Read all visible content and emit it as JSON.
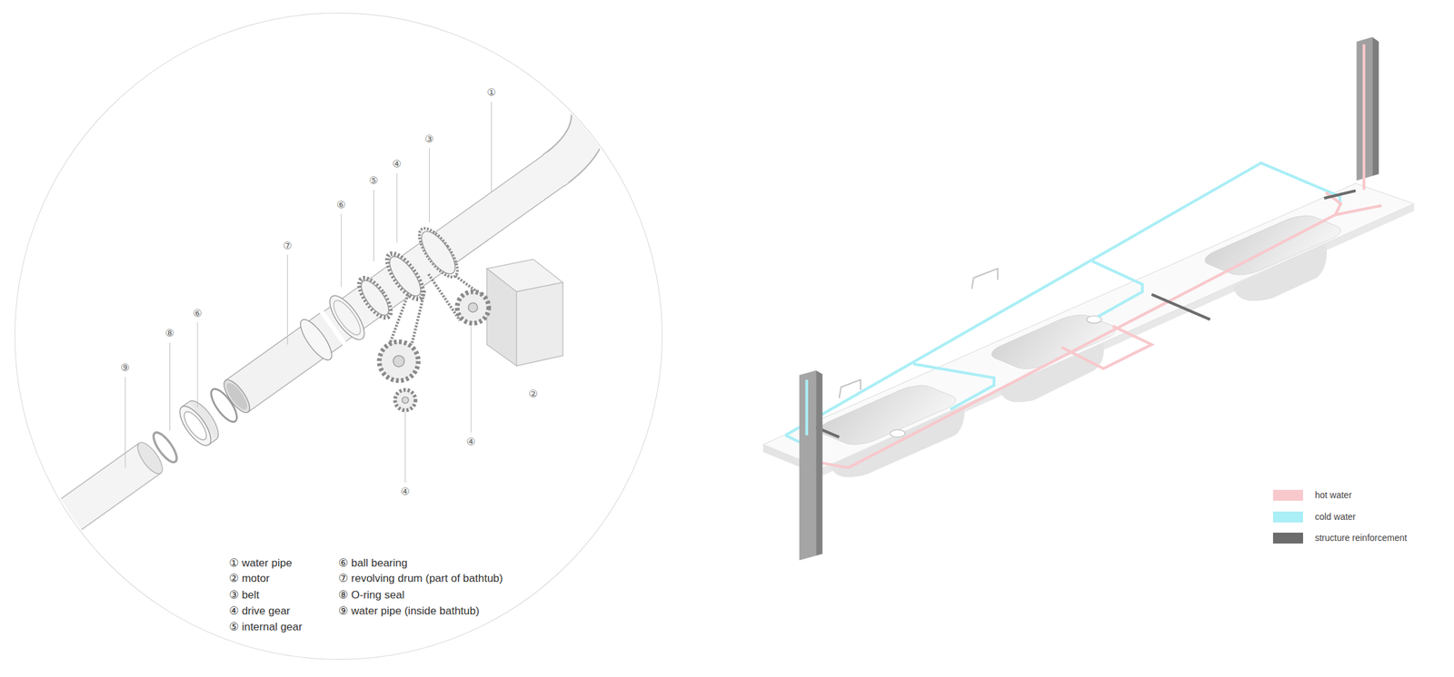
{
  "diagram": {
    "labels": [
      "①",
      "③",
      "④",
      "⑤",
      "⑥",
      "⑦",
      "⑥",
      "⑧",
      "⑨",
      "②",
      "④",
      "④",
      "① water pipe",
      "② motor",
      "③ belt",
      "④ drive gear",
      "⑤ internal gear",
      "⑥ ball bearing",
      "⑦ revolving drum (part of bathtub)",
      "⑧ O-ring seal",
      "⑨ water pipe (inside bathtub)"
    ],
    "legend": [
      {
        "text": "hot water",
        "color": "#f8c8cc"
      },
      {
        "text": "cold water",
        "color": "#aaeef6"
      },
      {
        "text": "structure reinforcement",
        "color": "#6c6c6c"
      }
    ]
  }
}
